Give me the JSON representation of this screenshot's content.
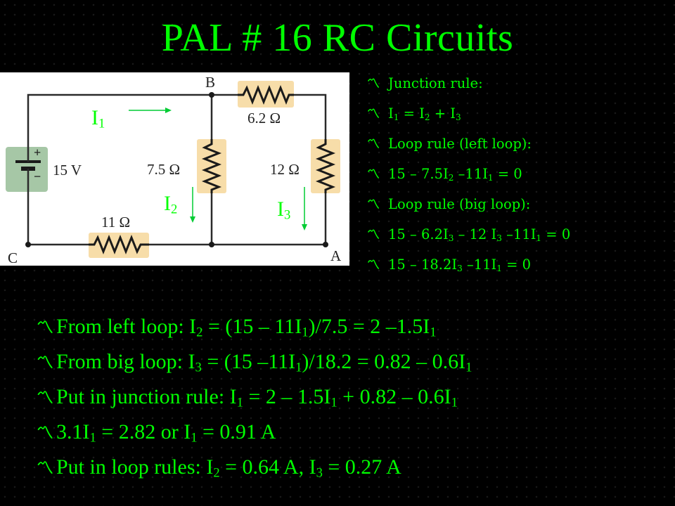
{
  "title": "PAL # 16 RC Circuits",
  "circuit": {
    "node_b": "B",
    "node_c": "C",
    "node_a": "A",
    "battery_plus": "+",
    "battery_minus": "−",
    "battery_voltage": "15 V",
    "r_top": "6.2 Ω",
    "r_middle": "7.5 Ω",
    "r_right": "12 Ω",
    "r_bottom": "11 Ω",
    "current_1": "I",
    "current_1_sub": "1",
    "current_2": "I",
    "current_2_sub": "2",
    "current_3": "I",
    "current_3_sub": "3"
  },
  "bullet_mark": "〽",
  "right_bullets": [
    {
      "parts": [
        "Junction rule:"
      ]
    },
    {
      "parts": [
        "I",
        "1",
        " = I",
        "2",
        " + I",
        "3"
      ]
    },
    {
      "parts": [
        "Loop rule (left loop):"
      ]
    },
    {
      "parts": [
        "15 – 7.5I",
        "2",
        " –11I",
        "1",
        " = 0"
      ]
    },
    {
      "parts": [
        "Loop rule (big loop):"
      ]
    },
    {
      "parts": [
        "15 – 6.2I",
        "3",
        " – 12 I",
        "3",
        " –11I",
        "1",
        " = 0"
      ]
    },
    {
      "parts": [
        "15 – 18.2I",
        "3",
        " –11I",
        "1",
        " = 0"
      ]
    }
  ],
  "steps": [
    {
      "parts": [
        "From left loop:  I",
        "2",
        " = (15 – 11I",
        "1",
        ")/7.5 = 2 –1.5I",
        "1"
      ]
    },
    {
      "parts": [
        "From big loop: I",
        "3",
        " = (15 –11I",
        "1",
        ")/18.2 = 0.82 – 0.6I",
        "1"
      ]
    },
    {
      "parts": [
        "Put in junction rule: I",
        "1",
        " = 2 – 1.5I",
        "1",
        " + 0.82 – 0.6I",
        "1"
      ]
    },
    {
      "parts": [
        "3.1I",
        "1",
        " = 2.82   or I",
        "1",
        " = 0.91 A"
      ]
    },
    {
      "parts": [
        "Put in loop rules: I",
        "2",
        " = 0.64 A, I",
        "3",
        " = 0.27 A"
      ]
    }
  ]
}
